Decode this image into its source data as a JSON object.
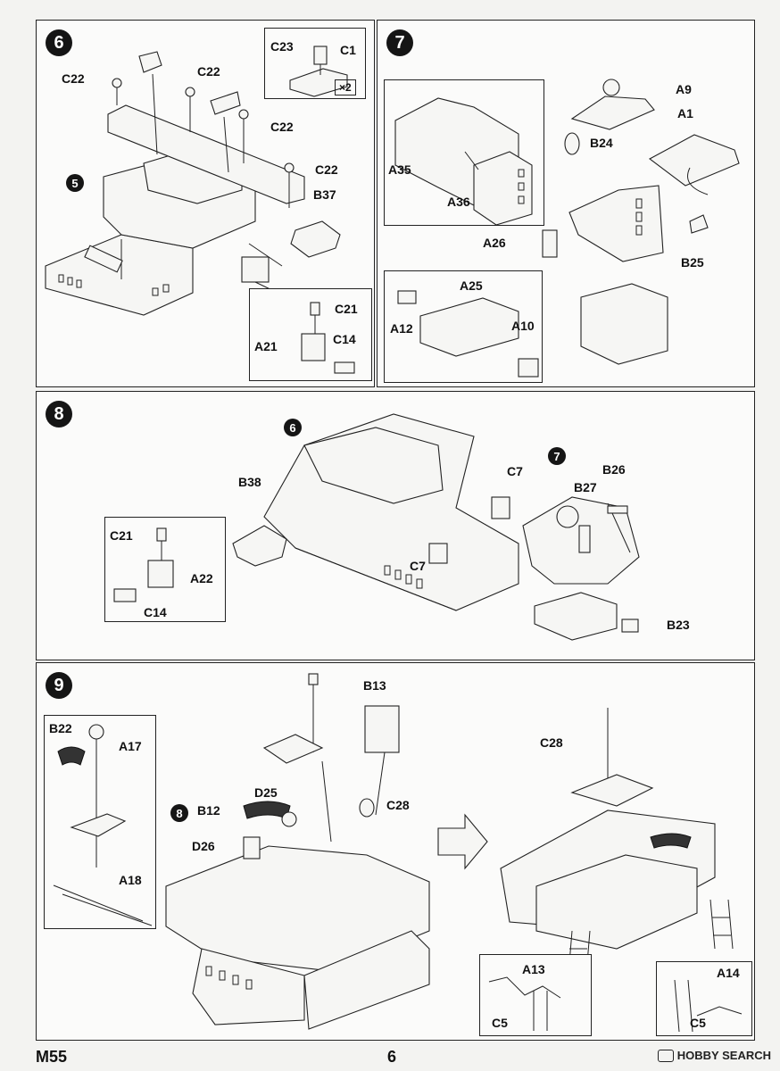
{
  "page": {
    "series_code": "M55",
    "page_number": "6",
    "watermark": "HOBBY SEARCH"
  },
  "step6": {
    "number": "6",
    "ref": "5",
    "labels": {
      "c22_a": "C22",
      "c22_b": "C22",
      "c22_c": "C22",
      "c22_d": "C22",
      "c23": "C23",
      "c1": "C1",
      "x2": "×2",
      "b37": "B37",
      "c21": "C21",
      "a21": "A21",
      "c14": "C14"
    }
  },
  "step7": {
    "number": "7",
    "labels": {
      "a35": "A35",
      "a36": "A36",
      "a9": "A9",
      "a1": "A1",
      "b24": "B24",
      "a26": "A26",
      "b25": "B25",
      "a12": "A12",
      "a25": "A25",
      "a10": "A10"
    }
  },
  "step8": {
    "number": "8",
    "ref_a": "6",
    "ref_b": "7",
    "labels": {
      "b38": "B38",
      "c7_a": "C7",
      "c7_b": "C7",
      "b26": "B26",
      "b27": "B27",
      "c21": "C21",
      "a22": "A22",
      "c14": "C14",
      "b23": "B23"
    }
  },
  "step9": {
    "number": "9",
    "ref": "8",
    "labels": {
      "b22": "B22",
      "a17": "A17",
      "a18": "A18",
      "b13": "B13",
      "d25": "D25",
      "b12": "B12",
      "c28_a": "C28",
      "d26": "D26",
      "c28_b": "C28",
      "a13": "A13",
      "c5_a": "C5",
      "a14": "A14",
      "c5_b": "C5"
    }
  }
}
